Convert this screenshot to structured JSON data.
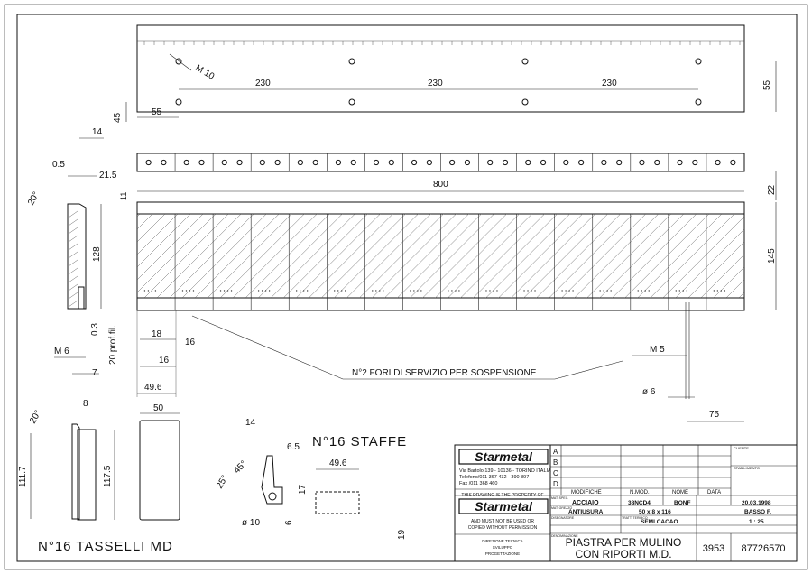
{
  "top_view": {
    "dim_m10": "M 10",
    "dim_230": [
      "230",
      "230",
      "230"
    ],
    "dim_55_right": "55",
    "dim_55_bottom": "55",
    "dim_45": "45"
  },
  "front_view": {
    "dim_800": "800",
    "dim_22": "22",
    "dim_11": "11",
    "dim_145": "145",
    "callout_m5": "M 5",
    "callout_d6": "ø 6",
    "dim_75": "75",
    "note_holes": "N°2 FORI DI SERVIZIO PER SOSPENSIONE",
    "dim_18": "18",
    "dim_16a": "16",
    "dim_16b": "16",
    "dim_49_6": "49.6"
  },
  "side_section": {
    "dim_14": "14",
    "dim_0_5": "0.5",
    "dim_21_5": "21.5",
    "angle_20": "20°",
    "dim_128": "128",
    "dim_0_3": "0.3",
    "dim_20_prof": "20 prof.fil.",
    "dim_m6": "M 6",
    "dim_7": "7"
  },
  "tassello": {
    "dim_8": "8",
    "angle_20": "20°",
    "dim_111_7": "111.7",
    "dim_117_5": "117.5",
    "dim_50": "50",
    "title": "N°16 TASSELLI MD"
  },
  "staffa": {
    "title": "N°16 STAFFE",
    "dim_14": "14",
    "dim_6_5": "6.5",
    "angle_45": "45°",
    "angle_25": "25°",
    "dim_17": "17",
    "dim_d10": "ø 10",
    "dim_6": "6",
    "dim_49_6": "49.6",
    "dim_19": "19"
  },
  "title_block": {
    "logo": "Starmetal",
    "address_lines": [
      "Via Bartolo 139 - 10136 - TORINO ITALIA",
      "Telefono/011 367 432 - 390 897",
      "Fax /011 368 460"
    ],
    "property_note_1": "THIS DRAWING IS THE PROPERTY OF",
    "property_note_2": "AND MUST NOT BE USED OR",
    "property_note_3": "COPIED WITHOUT PERMISSION",
    "dept_lines": [
      "DIREZIONE TECNICA",
      "SVILUPPO",
      "PROGETTAZIONE"
    ],
    "rev_letters": [
      "A",
      "B",
      "C",
      "D"
    ],
    "rev_header": [
      "MODIFICHE",
      "N.MOD.",
      "NOME",
      "DATA"
    ],
    "cliente_label": "CLIENTE",
    "stabilimento_label": "STABILIMENTO",
    "row_labels": [
      "MAT. SPEC.",
      "MAT. GREZZO",
      "TRATT. TERMICO",
      "DISEGNATORE",
      "DENOMINAZIONE"
    ],
    "materiale_1": "ACCIAIO",
    "materiale_2": "38NCD4",
    "materiale_3": "BONF",
    "data": "20.03.1998",
    "trattamento": "ANTIUSURA",
    "dimensioni": "50 x 8 x 116",
    "disegnatore": "BASSO F.",
    "semilav": "SEMI CACAO",
    "scala": "1 : 25",
    "title_1": "PIASTRA PER MULINO",
    "title_2": "CON RIPORTI M.D.",
    "code_1": "3953",
    "code_2": "87726570"
  }
}
